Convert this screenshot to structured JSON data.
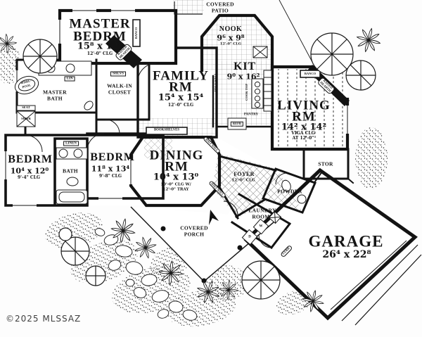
{
  "copyright": "©2025 MLSSAZ",
  "colors": {
    "ink": "#141414",
    "paper": "#fdfdfd"
  },
  "rooms": {
    "covered_patio": {
      "lines": [
        "COVERED",
        "PATIO"
      ]
    },
    "master_bedroom": {
      "lines": [
        "MASTER",
        "BEDRM"
      ],
      "dims": "15⁸ x 12⁴",
      "clg": "12'-0\" CLG"
    },
    "nook": {
      "name": "NOOK",
      "dims": "9⁶ x 9⁸",
      "clg": "12'-0\" CLG"
    },
    "kitchen": {
      "name": "KIT",
      "dims": "9⁰ x 16²"
    },
    "family_room": {
      "lines": [
        "FAMILY",
        "RM"
      ],
      "dims": "15⁴ x 15⁴",
      "clg": "12'-0\" CLG"
    },
    "living_room": {
      "lines": [
        "LIVING",
        "RM"
      ],
      "dims": "14² x 14²",
      "clg_lines": [
        "VIGA CLG",
        "AT 12'-0\""
      ]
    },
    "master_bath": {
      "lines": [
        "MASTER",
        "BATH"
      ]
    },
    "walk_in_closet": {
      "lines": [
        "WALK-IN",
        "CLOSET"
      ]
    },
    "bedroom_2": {
      "name": "BEDRM",
      "dims": "10⁴ x 12⁰",
      "clg": "9'-4\" CLG"
    },
    "bedroom_3": {
      "name": "BEDRM",
      "dims": "11⁸ x 13⁴",
      "clg": "9'-8\" CLG"
    },
    "bath": {
      "name": "BATH"
    },
    "dining_room": {
      "lines": [
        "DINING",
        "RM"
      ],
      "dims": "10⁴ x 13⁰",
      "clg_lines": [
        "10'-0\" CLG W/",
        "12'-0\" TRAY"
      ]
    },
    "foyer": {
      "name": "FOYER",
      "clg": "12'-0\" CLG"
    },
    "powder": {
      "name": "POWDER"
    },
    "stor": {
      "name": "STOR"
    },
    "laundry_room": {
      "lines": [
        "LAUNDRY",
        "ROOM"
      ]
    },
    "garage": {
      "name": "GARAGE",
      "dims": "26⁴ x 22⁸"
    },
    "covered_porch": {
      "lines": [
        "COVERED",
        "PORCH"
      ]
    }
  },
  "fixtures": {
    "whirlpool_lines": [
      "WHRL-",
      "POOL"
    ],
    "lin": "LIN",
    "linen": "LINEN",
    "seat": "SEAT",
    "shower": "SHWR",
    "shelves": "SHLVS",
    "raised_hearth_lines": [
      "RAISED",
      "HEARTH"
    ],
    "banco": "BANCO",
    "bookshelves": "BOOKSHELVES",
    "half_wall": "HALF WALL",
    "cook_top": "COOK TOP",
    "pantry": "PANTRY",
    "refrigerator": "REFR",
    "washer": "W",
    "dryer": "D",
    "curb": "CURB"
  }
}
